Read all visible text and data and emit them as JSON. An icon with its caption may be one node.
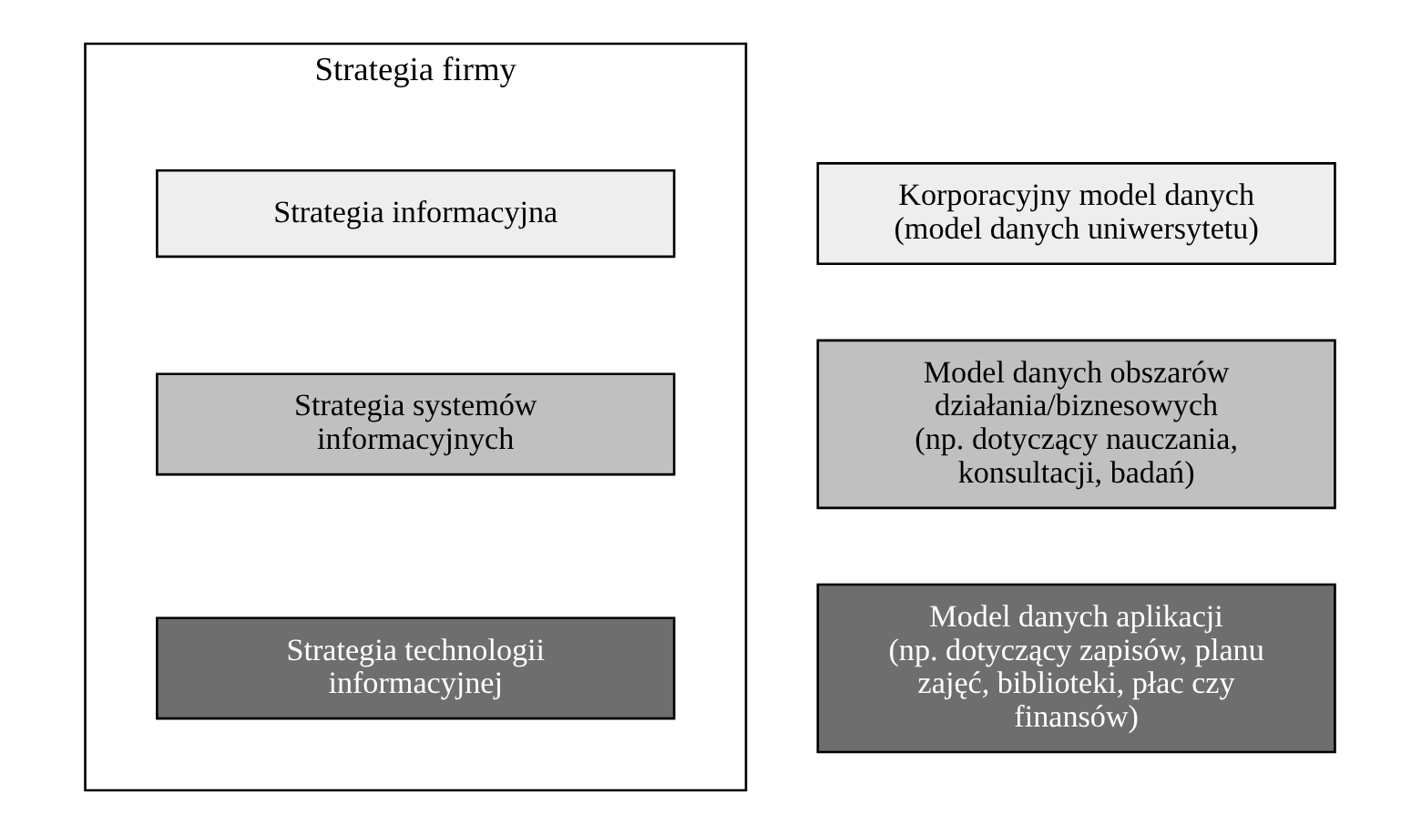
{
  "diagram": {
    "nodes": [
      {
        "text": [
          "Strategia firmy"
        ]
      },
      {
        "text": [
          "Strategia informacyjna"
        ],
        "in": 0
      },
      {
        "text": [
          "Strategia systemów informacyjnych"
        ],
        "in": 0
      },
      {
        "text": [
          "Strategia technologii informacyjnej"
        ],
        "in": 0
      },
      {
        "text": [
          "Korporacyjny model danych",
          "(model danych uniwersytetu)"
        ]
      },
      {
        "text": [
          "Model danych obszarów działania/biznesowych",
          "(np. dotyczący nauczania, konsultacji, badań)"
        ]
      },
      {
        "text": [
          "Model danych aplikacji",
          "(np. dotyczący zapisów, planu zajęć, biblioteki, płac czy finansów)"
        ]
      }
    ]
  }
}
